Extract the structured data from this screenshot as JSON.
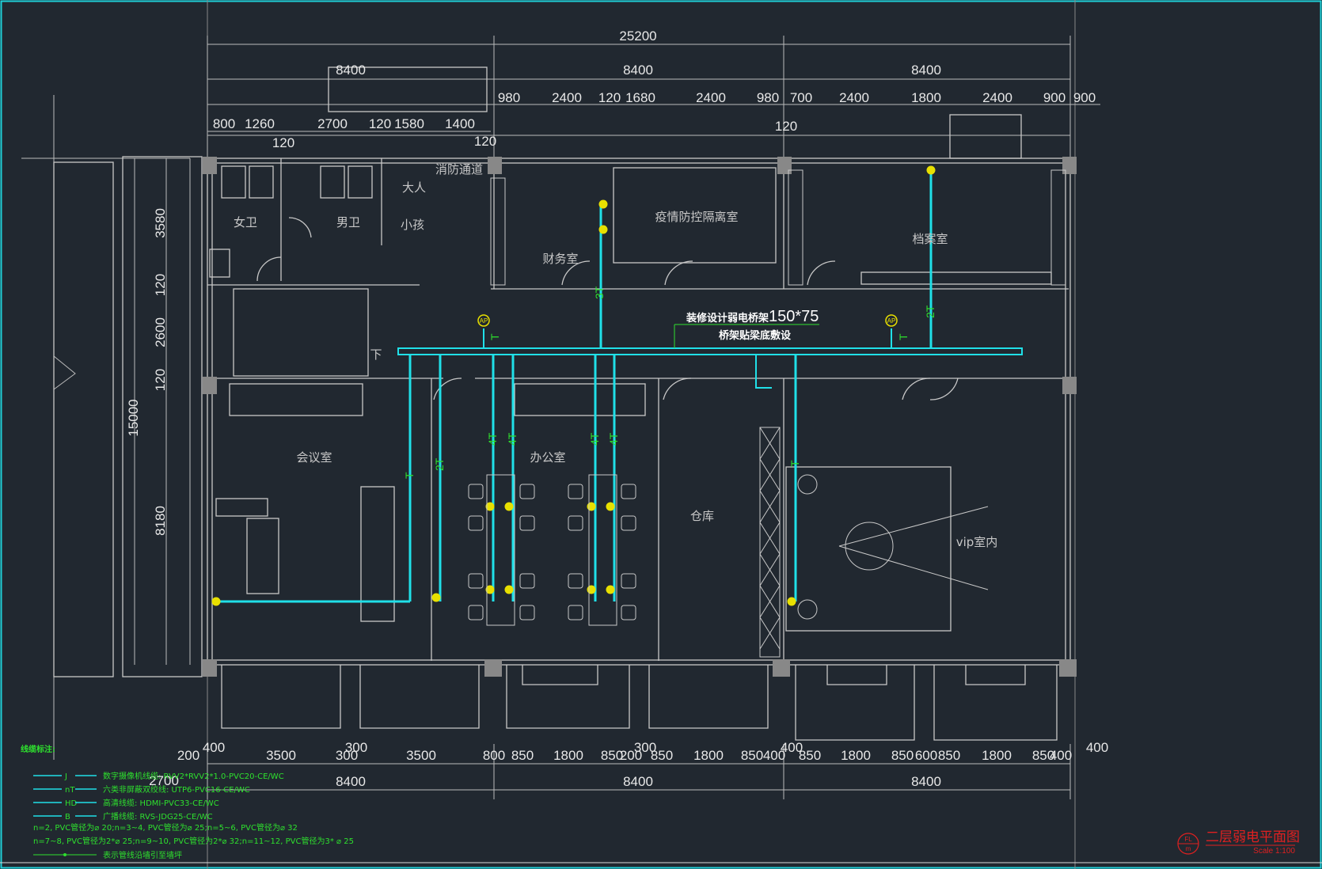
{
  "colors": {
    "background": "#212830",
    "wall": "#c8c8c8",
    "cable": "#20e0e8",
    "label_green": "#2ee02e",
    "device_yellow": "#e8e000",
    "title_red": "#e02020",
    "frame": "#20d0d8"
  },
  "dimensions": {
    "overall": "25200",
    "bays": [
      "8400",
      "8400",
      "8400"
    ],
    "bay1_sub": [
      "800",
      "1260",
      "2700",
      "120",
      "1580",
      "1400"
    ],
    "bay1_120a": "120",
    "bay1_120b": "120",
    "bay2_sub": [
      "980",
      "2400",
      "120",
      "1680",
      "2400",
      "980"
    ],
    "bay3_sub": [
      "700",
      "2400",
      "1800",
      "2400",
      "900",
      "900"
    ],
    "bay3_120": "120",
    "left_total": "15000",
    "left_parts": [
      "3580",
      "120",
      "2600",
      "120",
      "8180"
    ],
    "bottom_parts": [
      "200",
      "400",
      "3500",
      "300",
      "300",
      "3500",
      "800",
      "850",
      "1800",
      "850",
      "200",
      "300",
      "850",
      "1800",
      "850",
      "400",
      "400",
      "850",
      "1800",
      "850",
      "600",
      "850",
      "1800",
      "850",
      "400",
      "400"
    ],
    "bottom_bays": [
      "8400",
      "8400",
      "8400"
    ],
    "stray": "2700"
  },
  "rooms": {
    "women_wc": "女卫",
    "men_wc": "男卫",
    "adult": "大人",
    "child": "小孩",
    "fire_passage": "消防通道",
    "finance": "财务室",
    "isolation": "疫情防控隔离室",
    "archive": "档案室",
    "meeting": "会议室",
    "office": "办公室",
    "storage": "仓库",
    "vip": "vip室内",
    "down": "下"
  },
  "cable_tray": {
    "line1_prefix": "装修设计弱电桥架",
    "line1_size": "150*75",
    "line2": "桥架贴梁底敷设"
  },
  "cable_labels": {
    "finance_3t": "3T",
    "archive_2t": "2T",
    "ap_left_t": "T",
    "ap_right_t": "T",
    "meeting_t": "T",
    "meeting_2t": "2T",
    "office_4t_a": "4T",
    "office_4t_b": "4T",
    "office_4t_c": "4T",
    "office_4t_d": "4T",
    "vip_t": "T",
    "ap": "AP"
  },
  "legend": {
    "title": "线缆标注:",
    "items": [
      {
        "code": "J",
        "text": "数字摄像机线缆: RVV2*RVV2*1.0-PVC20-CE/WC"
      },
      {
        "code": "nT",
        "text": "六类非屏蔽双绞线: UTP6-PVC16-CE/WC"
      },
      {
        "code": "HD",
        "text": "高清线缆: HDMI-PVC33-CE/WC"
      },
      {
        "code": "B",
        "text": "广播线缆: RVS-JDG25-CE/WC"
      }
    ],
    "note1": "n=2, PVC管径为⌀ 20;n=3~4, PVC管径为⌀ 25;n=5~6, PVC管径为⌀ 32",
    "note2": "n=7~8, PVC管径为2*⌀ 25;n=9~10, PVC管径为2*⌀ 32;n=11~12, PVC管径为3* ⌀ 25",
    "note3": "表示管线沿墙引至墙坪"
  },
  "title_block": {
    "title": "二层弱电平面图",
    "scale": "Scale 1:100",
    "badge_top": "FL",
    "badge_bottom": "m"
  }
}
